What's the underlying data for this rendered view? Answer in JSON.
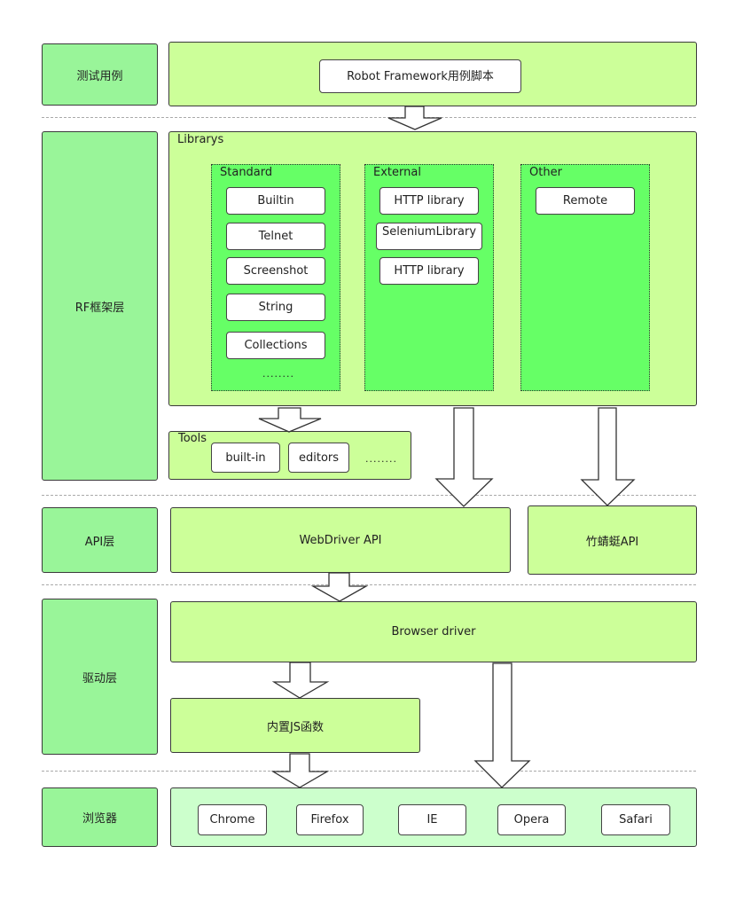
{
  "layers": {
    "test_case": "测试用例",
    "rf_framework": "RF框架层",
    "api": "API层",
    "driver": "驱动层",
    "browser": "浏览器"
  },
  "test_case": {
    "script": "Robot Framework用例脚本"
  },
  "libraries": {
    "title": "Librarys",
    "standard": {
      "title": "Standard",
      "items": [
        "Builtin",
        "Telnet",
        "Screenshot",
        "String",
        "Collections"
      ],
      "more": "........"
    },
    "external": {
      "title": "External",
      "items": [
        "HTTP library",
        "SeleniumLibrary",
        "HTTP library"
      ]
    },
    "other": {
      "title": "Other",
      "items": [
        "Remote"
      ]
    }
  },
  "tools": {
    "title": "Tools",
    "items": [
      "built-in",
      "editors"
    ],
    "more": "........"
  },
  "api": {
    "webdriver": "WebDriver API",
    "dragonfly": "竹蜻蜓API"
  },
  "driver": {
    "browser_driver": "Browser driver",
    "builtin_js": "内置JS函数"
  },
  "browsers": [
    "Chrome",
    "Firefox",
    "IE",
    "Opera",
    "Safari"
  ],
  "colors": {
    "layer_fill": "#99f599",
    "panel_fill": "#ccff99",
    "group_fill": "#66ff66",
    "browser_panel_fill": "#ccffcc",
    "border": "#3a3a3a"
  }
}
